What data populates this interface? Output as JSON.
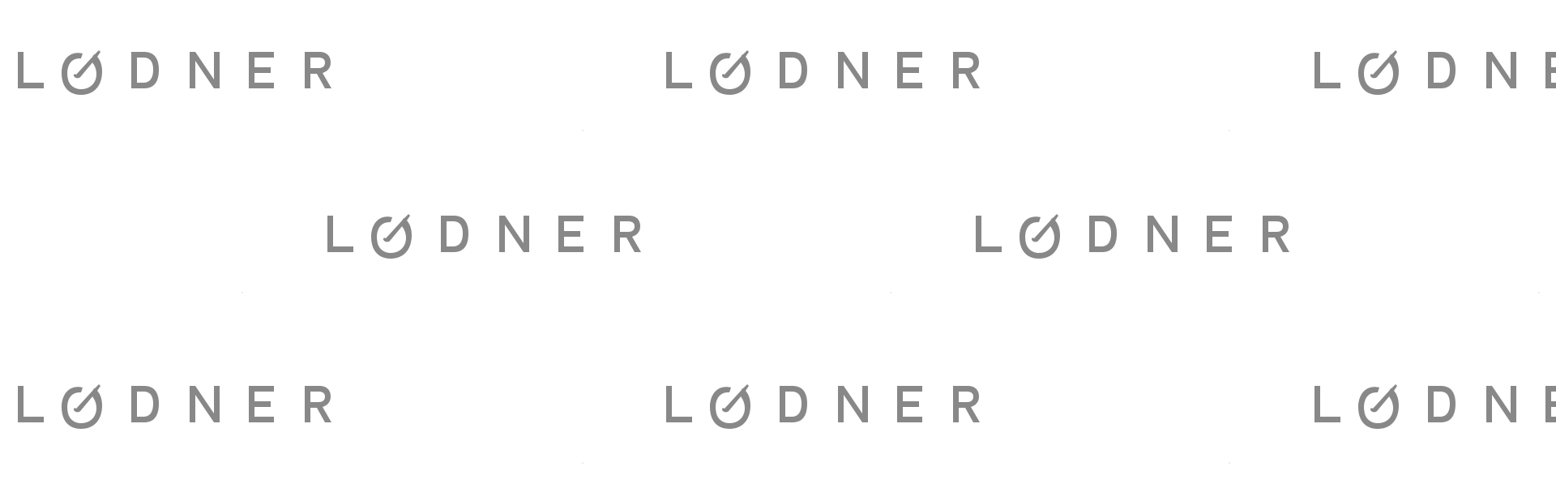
{
  "brand": {
    "name": "LODNER",
    "color": "#888888"
  },
  "pattern": {
    "rows": 3,
    "tile": "logo-wordmark"
  }
}
